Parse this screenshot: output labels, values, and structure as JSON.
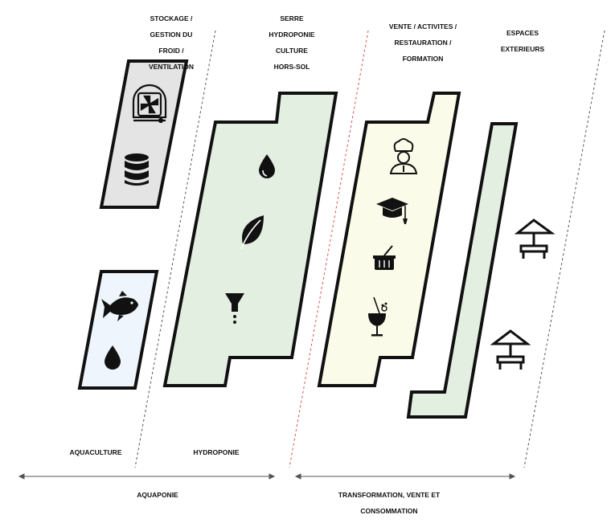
{
  "headers": {
    "storage": [
      "STOCKAGE /",
      "GESTION DU",
      "FROID /",
      "VENTILATION"
    ],
    "greenhouse": [
      "SERRE",
      "HYDROPONIE",
      "CULTURE",
      "HORS-SOL"
    ],
    "sales": [
      "VENTE / ACTIVITES /",
      "RESTAURATION /",
      "FORMATION"
    ],
    "outdoor": [
      "ESPACES",
      "EXTERIEURS"
    ]
  },
  "zone_labels": {
    "aquaculture": "AQUACULTURE",
    "hydroponics": "HYDROPONIE"
  },
  "bottom_labels": {
    "aquaponics": "AQUAPONIE",
    "transformation": [
      "TRANSFORMATION, VENTE ET",
      "CONSOMMATION"
    ]
  },
  "icons": {
    "storage": [
      "ventilation-fan-icon",
      "database-storage-icon"
    ],
    "aquaculture": [
      "fish-icon",
      "water-drop-icon"
    ],
    "greenhouse": [
      "water-drop-icon",
      "leaf-icon",
      "funnel-filter-icon"
    ],
    "sales": [
      "chef-icon",
      "graduation-cap-icon",
      "shopping-basket-icon",
      "cocktail-icon"
    ],
    "outdoor": [
      "market-stall-icon",
      "market-stall-icon"
    ]
  },
  "colors": {
    "storage_fill": "#e4e4e4",
    "aquaculture_fill": "#eef5fc",
    "greenhouse_fill": "#e3efe1",
    "sales_fill": "#fbfbe9",
    "outdoor_strip_fill": "#e3efe1",
    "outline": "#111111",
    "divider_red": "#d9534f",
    "divider_gray": "#555555"
  }
}
